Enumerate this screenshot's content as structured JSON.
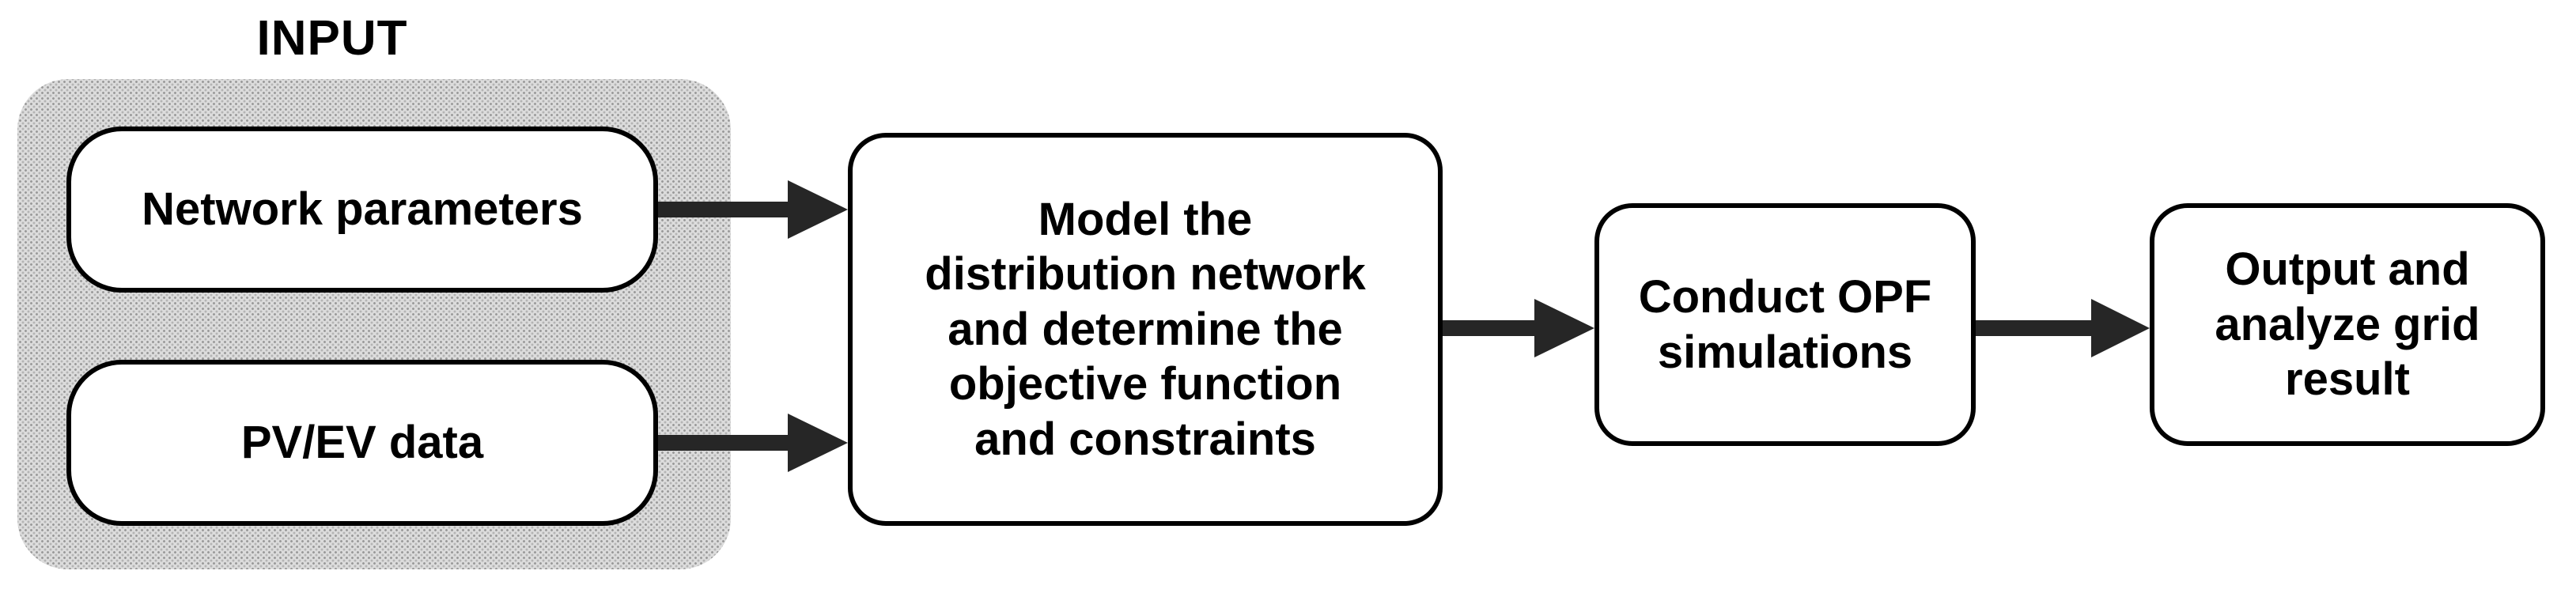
{
  "input_group": {
    "title": "INPUT",
    "items": [
      {
        "label": "Network parameters"
      },
      {
        "label": "PV/EV data"
      }
    ]
  },
  "steps": [
    {
      "label": "Model the\ndistribution network\nand determine the\nobjective function\nand constraints"
    },
    {
      "label": "Conduct OPF\nsimulations"
    },
    {
      "label": "Output and\nanalyze grid\nresult"
    }
  ]
}
